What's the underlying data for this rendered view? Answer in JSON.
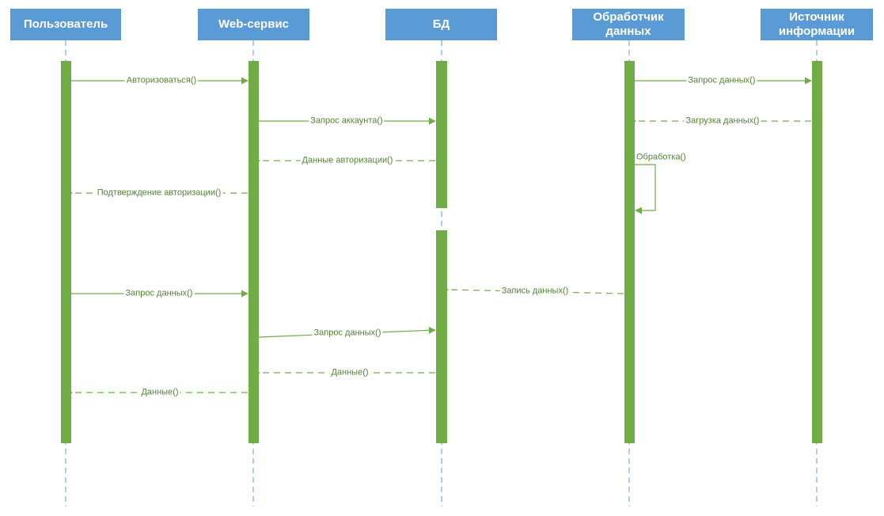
{
  "colors": {
    "actor_fill": "#5b9bd5",
    "actor_text": "#ffffff",
    "lifeline": "#5b9bd5",
    "activation": "#70ad47",
    "message": "#70ad47",
    "label_text": "#548235"
  },
  "actors": [
    {
      "name": "Пользователь"
    },
    {
      "name": "Web-сервис"
    },
    {
      "name": "БД"
    },
    {
      "name": "Обработчик\nданных"
    },
    {
      "name": "Источник\nинформации"
    }
  ],
  "messages": [
    {
      "from": 0,
      "to": 1,
      "label": "Авторизоваться()",
      "style": "sync"
    },
    {
      "from": 1,
      "to": 2,
      "label": "Запрос аккаунта()",
      "style": "sync"
    },
    {
      "from": 2,
      "to": 1,
      "label": "Данные авторизации()",
      "style": "return"
    },
    {
      "from": 1,
      "to": 0,
      "label": "Подтверждение авторизации()",
      "style": "return"
    },
    {
      "from": 3,
      "to": 4,
      "label": "Запрос данных()",
      "style": "sync"
    },
    {
      "from": 4,
      "to": 3,
      "label": "Загрузка данных()",
      "style": "return"
    },
    {
      "from": 3,
      "to": 3,
      "label": "Обработка()",
      "style": "self"
    },
    {
      "from": 3,
      "to": 2,
      "label": "Запись данных()",
      "style": "return"
    },
    {
      "from": 0,
      "to": 1,
      "label": "Запрос данных()",
      "style": "sync"
    },
    {
      "from": 1,
      "to": 2,
      "label": "Запрос данных()",
      "style": "sync"
    },
    {
      "from": 2,
      "to": 1,
      "label": "Данные()",
      "style": "return"
    },
    {
      "from": 1,
      "to": 0,
      "label": "Данные()",
      "style": "return"
    }
  ]
}
